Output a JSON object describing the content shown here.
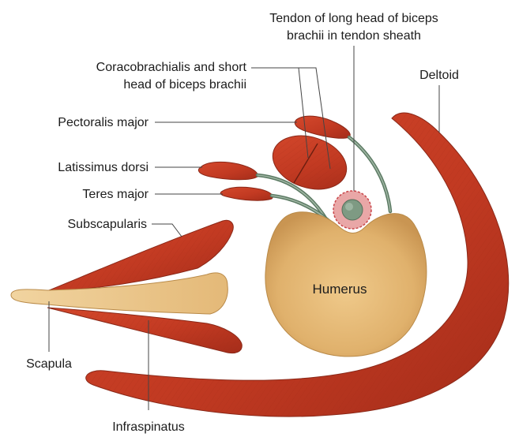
{
  "labels": {
    "tendon_long_head_line1": "Tendon of long head of biceps",
    "tendon_long_head_line2": "brachii in tendon sheath",
    "coracobrachialis_line1": "Coracobrachialis and short",
    "coracobrachialis_line2": "head of biceps brachii",
    "deltoid": "Deltoid",
    "pectoralis_major": "Pectoralis major",
    "latissimus_dorsi": "Latissimus dorsi",
    "teres_major": "Teres major",
    "subscapularis": "Subscapularis",
    "humerus": "Humerus",
    "scapula": "Scapula",
    "infraspinatus": "Infraspinatus"
  },
  "colors": {
    "muscle": "#c23a22",
    "muscle_dark": "#8a2818",
    "bone": "#e2b877",
    "bone_dark": "#b98a48",
    "tendon": "#5b7a63",
    "sheath": "#e9a7a7",
    "sheath_border": "#c8464a",
    "leader_line": "#444444"
  }
}
